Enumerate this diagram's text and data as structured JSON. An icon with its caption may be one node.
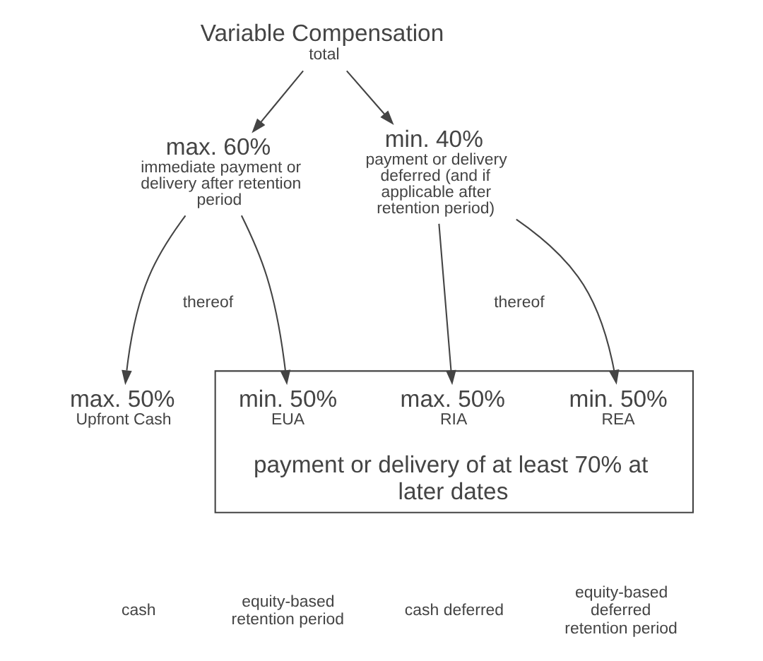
{
  "diagram": {
    "nodes": [
      {
        "text": [
          "Variable Compensation",
          "total"
        ]
      },
      {
        "text": [
          "max. 60%",
          "immediate payment or delivery after retention period"
        ]
      },
      {
        "text": [
          "min. 40%",
          "payment or delivery deferred (and if applicable after retention period)"
        ]
      },
      {
        "text": [
          "max. 50%",
          "Upfront Cash"
        ]
      },
      {
        "text": [
          "payment or delivery of at least 70% at later dates"
        ]
      },
      {
        "text": [
          "min. 50%",
          "EUA"
        ],
        "in": 4
      },
      {
        "text": [
          "max. 50%",
          "RIA"
        ],
        "in": 4
      },
      {
        "text": [
          "min. 50%",
          "REA"
        ],
        "in": 4
      }
    ],
    "edges": [
      {
        "from": 0,
        "to": 1,
        "arrow": "to"
      },
      {
        "from": 0,
        "to": 2,
        "arrow": "to"
      },
      {
        "from": 1,
        "to": 3,
        "arrow": "to"
      },
      {
        "from": 1,
        "to": 5,
        "arrow": "to"
      },
      {
        "from": 2,
        "to": 6,
        "arrow": "to"
      },
      {
        "from": 2,
        "to": 7,
        "arrow": "to"
      }
    ],
    "labels": [
      "thereof",
      "thereof",
      "cash",
      "equity-based retention period",
      "cash deferred",
      "equity-based deferred retention period"
    ]
  }
}
